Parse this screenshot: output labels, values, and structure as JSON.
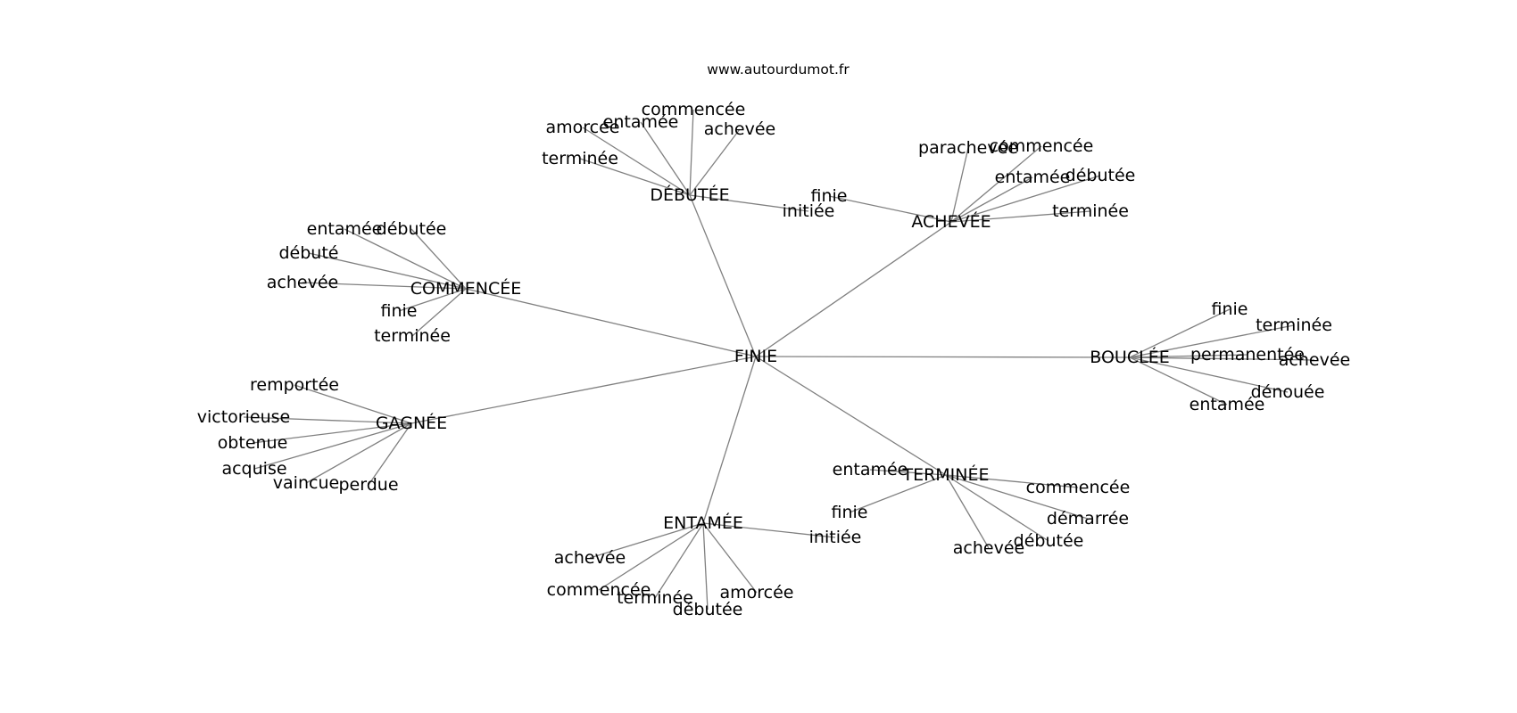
{
  "source": "www.autourdumot.fr",
  "graph": {
    "nodes": [
      {
        "id": "finie_root",
        "label": "FINIE"
      },
      {
        "id": "debutee",
        "label": "DÉBUTÉE"
      },
      {
        "id": "achevee_hub",
        "label": "ACHEVÉE"
      },
      {
        "id": "commencee_hub",
        "label": "COMMENCÉE"
      },
      {
        "id": "bouclee",
        "label": "BOUCLÉE"
      },
      {
        "id": "gagnee",
        "label": "GAGNÉE"
      },
      {
        "id": "terminee_hub",
        "label": "TERMINÉE"
      },
      {
        "id": "entamee_hub",
        "label": "ENTAMÉE"
      },
      {
        "id": "d_amorcee",
        "label": "amorcée"
      },
      {
        "id": "d_entamee",
        "label": "entamée"
      },
      {
        "id": "d_commencee",
        "label": "commencée"
      },
      {
        "id": "d_achevee",
        "label": "achevée"
      },
      {
        "id": "d_terminee",
        "label": "terminée"
      },
      {
        "id": "d_finie",
        "label": "finie"
      },
      {
        "id": "d_initiee",
        "label": "initiée"
      },
      {
        "id": "a_parachevee",
        "label": "parachevée"
      },
      {
        "id": "a_commencee",
        "label": "commencée"
      },
      {
        "id": "a_entamee",
        "label": "entamée"
      },
      {
        "id": "a_debutee",
        "label": "débutée"
      },
      {
        "id": "a_terminee",
        "label": "terminée"
      },
      {
        "id": "c_entamee",
        "label": "entamée"
      },
      {
        "id": "c_debutee",
        "label": "débutée"
      },
      {
        "id": "c_debute",
        "label": "débuté"
      },
      {
        "id": "c_achevee",
        "label": "achevée"
      },
      {
        "id": "c_finie",
        "label": "finie"
      },
      {
        "id": "c_terminee",
        "label": "terminée"
      },
      {
        "id": "b_finie",
        "label": "finie"
      },
      {
        "id": "b_terminee",
        "label": "terminée"
      },
      {
        "id": "b_permanentee",
        "label": "permanentée"
      },
      {
        "id": "b_achevee",
        "label": "achevée"
      },
      {
        "id": "b_denouee",
        "label": "dénouée"
      },
      {
        "id": "b_entamee",
        "label": "entamée"
      },
      {
        "id": "g_remportee",
        "label": "remportée"
      },
      {
        "id": "g_victorieuse",
        "label": "victorieuse"
      },
      {
        "id": "g_obtenue",
        "label": "obtenue"
      },
      {
        "id": "g_acquise",
        "label": "acquise"
      },
      {
        "id": "g_vaincue",
        "label": "vaincue"
      },
      {
        "id": "g_perdue",
        "label": "perdue"
      },
      {
        "id": "t_entamee",
        "label": "entamée"
      },
      {
        "id": "t_finie",
        "label": "finie"
      },
      {
        "id": "t_commencee",
        "label": "commencée"
      },
      {
        "id": "t_demarree",
        "label": "démarrée"
      },
      {
        "id": "t_debutee",
        "label": "débutée"
      },
      {
        "id": "t_achevee",
        "label": "achevée"
      },
      {
        "id": "e_achevee",
        "label": "achevée"
      },
      {
        "id": "e_commencee",
        "label": "commencée"
      },
      {
        "id": "e_terminee",
        "label": "terminée"
      },
      {
        "id": "e_debutee",
        "label": "débutée"
      },
      {
        "id": "e_amorcee",
        "label": "amorcée"
      },
      {
        "id": "e_initiee",
        "label": "initiée"
      }
    ],
    "edges": [
      [
        "finie_root",
        "debutee"
      ],
      [
        "finie_root",
        "achevee_hub"
      ],
      [
        "finie_root",
        "commencee_hub"
      ],
      [
        "finie_root",
        "bouclee"
      ],
      [
        "finie_root",
        "gagnee"
      ],
      [
        "finie_root",
        "terminee_hub"
      ],
      [
        "finie_root",
        "entamee_hub"
      ],
      [
        "debutee",
        "d_amorcee"
      ],
      [
        "debutee",
        "d_entamee"
      ],
      [
        "debutee",
        "d_commencee"
      ],
      [
        "debutee",
        "d_achevee"
      ],
      [
        "debutee",
        "d_terminee"
      ],
      [
        "debutee",
        "d_initiee"
      ],
      [
        "d_finie",
        "achevee_hub"
      ],
      [
        "achevee_hub",
        "a_parachevee"
      ],
      [
        "achevee_hub",
        "a_commencee"
      ],
      [
        "achevee_hub",
        "a_entamee"
      ],
      [
        "achevee_hub",
        "a_debutee"
      ],
      [
        "achevee_hub",
        "a_terminee"
      ],
      [
        "commencee_hub",
        "c_entamee"
      ],
      [
        "commencee_hub",
        "c_debutee"
      ],
      [
        "commencee_hub",
        "c_debute"
      ],
      [
        "commencee_hub",
        "c_achevee"
      ],
      [
        "commencee_hub",
        "c_finie"
      ],
      [
        "commencee_hub",
        "c_terminee"
      ],
      [
        "bouclee",
        "b_finie"
      ],
      [
        "bouclee",
        "b_terminee"
      ],
      [
        "bouclee",
        "b_permanentee"
      ],
      [
        "bouclee",
        "b_achevee"
      ],
      [
        "bouclee",
        "b_denouee"
      ],
      [
        "bouclee",
        "b_entamee"
      ],
      [
        "gagnee",
        "g_remportee"
      ],
      [
        "gagnee",
        "g_victorieuse"
      ],
      [
        "gagnee",
        "g_obtenue"
      ],
      [
        "gagnee",
        "g_acquise"
      ],
      [
        "gagnee",
        "g_vaincue"
      ],
      [
        "gagnee",
        "g_perdue"
      ],
      [
        "terminee_hub",
        "t_entamee"
      ],
      [
        "terminee_hub",
        "t_finie"
      ],
      [
        "terminee_hub",
        "t_commencee"
      ],
      [
        "terminee_hub",
        "t_demarree"
      ],
      [
        "terminee_hub",
        "t_debutee"
      ],
      [
        "terminee_hub",
        "t_achevee"
      ],
      [
        "entamee_hub",
        "e_achevee"
      ],
      [
        "entamee_hub",
        "e_commencee"
      ],
      [
        "entamee_hub",
        "e_terminee"
      ],
      [
        "entamee_hub",
        "e_debutee"
      ],
      [
        "entamee_hub",
        "e_amorcee"
      ],
      [
        "entamee_hub",
        "e_initiee"
      ]
    ]
  }
}
